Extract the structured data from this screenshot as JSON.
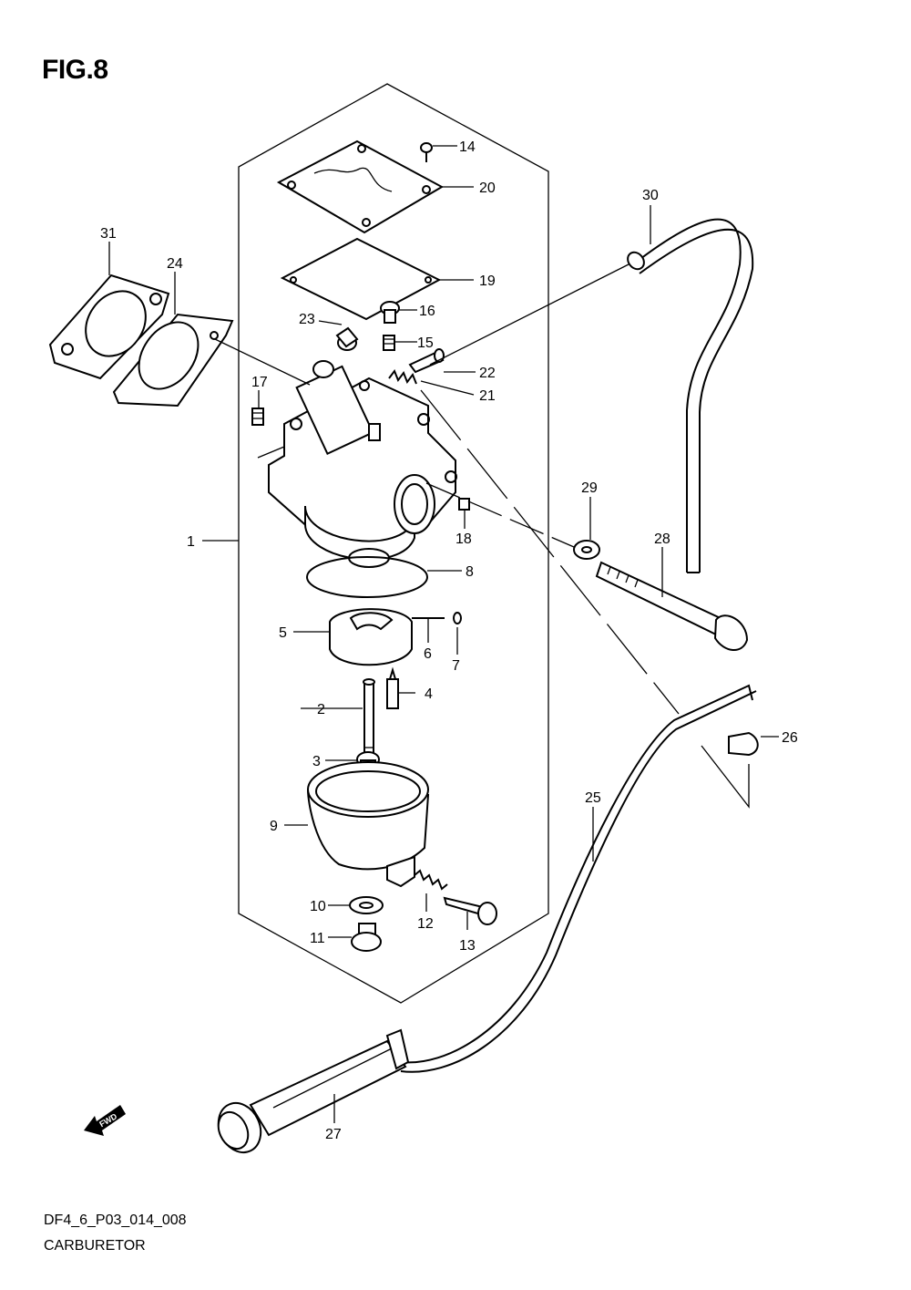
{
  "figure": {
    "title": "FIG.8",
    "code": "DF4_6_P03_014_008",
    "name": "CARBURETOR",
    "fwd_label": "FWD"
  },
  "callouts": [
    "1",
    "2",
    "3",
    "4",
    "5",
    "6",
    "7",
    "8",
    "9",
    "10",
    "11",
    "12",
    "13",
    "14",
    "15",
    "16",
    "17",
    "18",
    "19",
    "20",
    "21",
    "22",
    "23",
    "24",
    "25",
    "26",
    "27",
    "28",
    "29",
    "30",
    "31"
  ]
}
